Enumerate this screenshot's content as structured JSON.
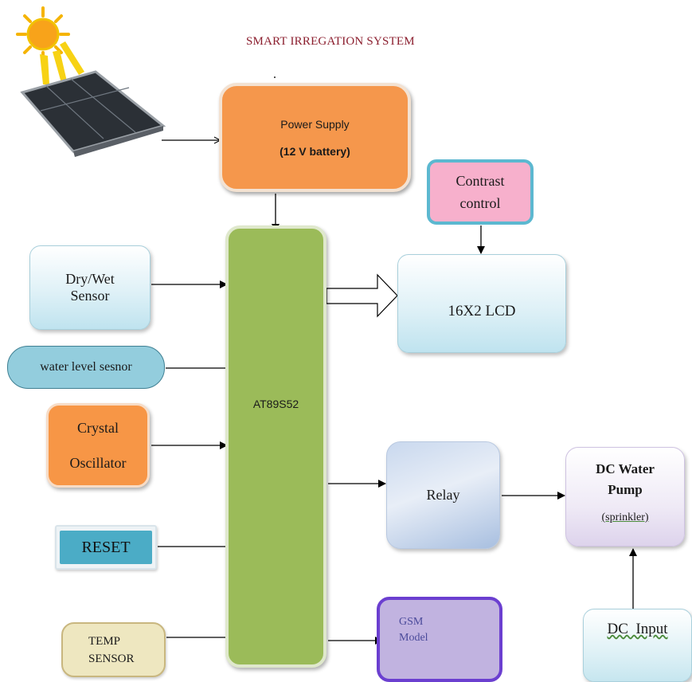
{
  "title": "SMART IRREGATION SYSTEM",
  "power_supply": {
    "line1": "Power Supply",
    "line2": "(12 V battery)"
  },
  "microcontroller": "AT89S52",
  "inputs": {
    "dry_wet": {
      "line1": "Dry/Wet",
      "line2": "Sensor"
    },
    "water_level": "water level sesnor",
    "crystal": {
      "line1": "Crystal",
      "line2": "Oscillator"
    },
    "reset": "RESET",
    "temp": {
      "line1": "TEMP",
      "line2": "SENSOR"
    }
  },
  "outputs": {
    "contrast": {
      "line1": "Contrast",
      "line2": "control"
    },
    "lcd": "16X2 LCD",
    "relay": "Relay",
    "pump": {
      "line1": "DC Water",
      "line2": "Pump",
      "line3": "(sprinkler)"
    },
    "gsm": {
      "line1": "GSM",
      "line2": "Model"
    },
    "dc_input": "DC  Input"
  },
  "colors": {
    "title": "#8b1e2e",
    "power": "#f5974c",
    "mcu": "#9bbb59",
    "crystal": "#f79646",
    "reset": "#4bacc6",
    "contrast_fill": "#f7b0cc",
    "contrast_border": "#5cb8d0",
    "gsm_fill": "#c1b3e0",
    "gsm_border": "#6b3fd0",
    "water": "#93cddd"
  },
  "icons": [
    "sun-icon",
    "solar-panel-icon"
  ]
}
